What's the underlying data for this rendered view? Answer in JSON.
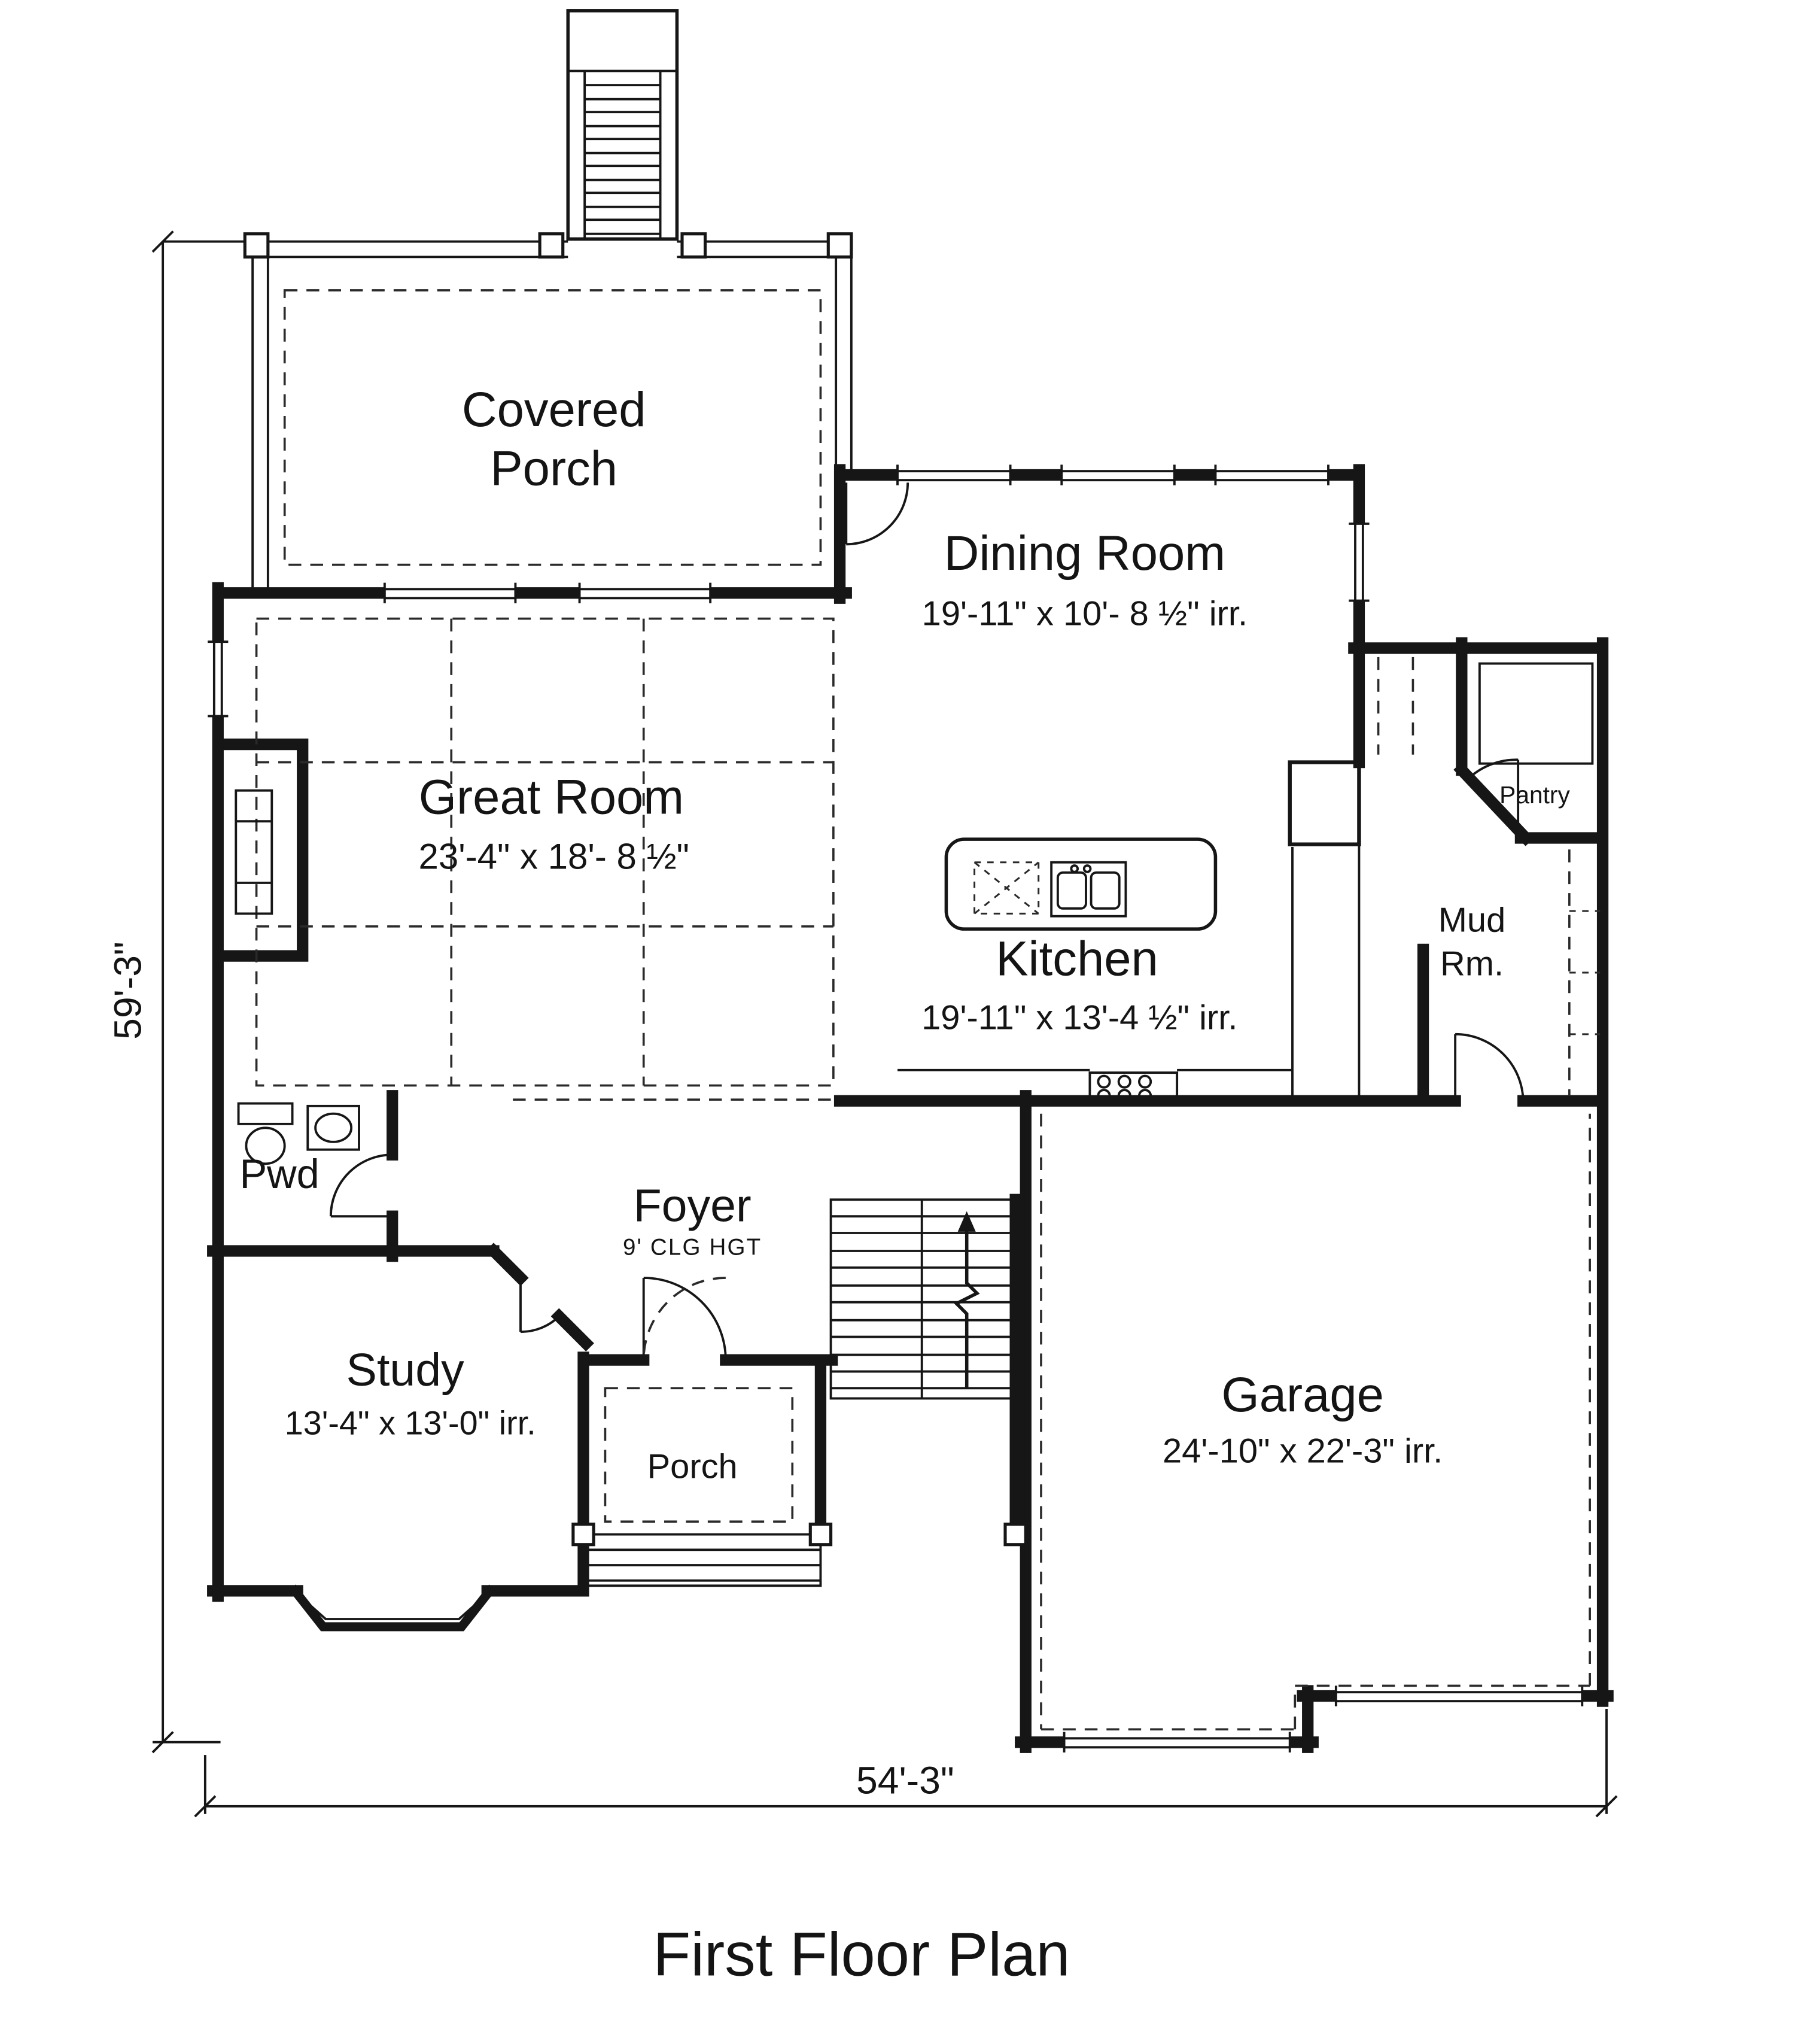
{
  "title": "First Floor Plan",
  "dimensions": {
    "overall_depth": "59'-3\"",
    "overall_width": "54'-3\""
  },
  "rooms": {
    "covered_porch": {
      "line1": "Covered",
      "line2": "Porch"
    },
    "dining_room": {
      "name": "Dining Room",
      "dims": "19'-11\" x 10'- 8 ½\" irr."
    },
    "great_room": {
      "name": "Great Room",
      "dims": "23'-4\" x 18'- 8 ½\""
    },
    "kitchen": {
      "name": "Kitchen",
      "dims": "19'-11\" x 13'-4 ½\" irr."
    },
    "pantry": {
      "name": "Pantry"
    },
    "mud_room": {
      "line1": "Mud",
      "line2": "Rm."
    },
    "powder": {
      "name": "Pwd"
    },
    "foyer": {
      "name": "Foyer",
      "ceiling": "9' CLG HGT"
    },
    "study": {
      "name": "Study",
      "dims": "13'-4\" x 13'-0\" irr."
    },
    "front_porch": {
      "name": "Porch"
    },
    "garage": {
      "name": "Garage",
      "dims": "24'-10\" x 22'-3\" irr."
    }
  }
}
